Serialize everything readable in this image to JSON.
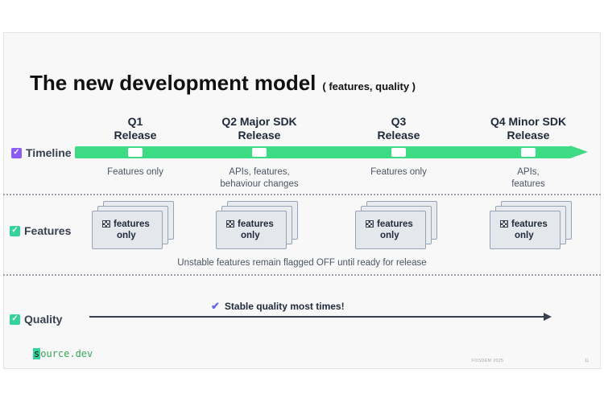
{
  "title": "The new development model",
  "title_sub": "( features, quality )",
  "rows": {
    "timeline": "Timeline",
    "features": "Features",
    "quality": "Quality"
  },
  "quarters": [
    {
      "line1": "Q1",
      "line2": "Release",
      "desc1": "Features only",
      "desc2": ""
    },
    {
      "line1": "Q2 Major SDK",
      "line2": "Release",
      "desc1": "APIs, features,",
      "desc2": "behaviour changes"
    },
    {
      "line1": "Q3",
      "line2": "Release",
      "desc1": "Features only",
      "desc2": ""
    },
    {
      "line1": "Q4 Minor SDK",
      "line2": "Release",
      "desc1": "APIs,",
      "desc2": "features"
    }
  ],
  "feature_card": {
    "line1": "features",
    "line2": "only"
  },
  "unstable_note": "Unstable features remain flagged OFF until ready for release",
  "quality_message": "Stable quality most times!",
  "logo": {
    "mark": "s",
    "rest": "ource.dev"
  },
  "footer_tag": "FOSDEM 2025",
  "page_number": "11",
  "colors": {
    "timeline_green": "#3ddc84",
    "check_purple": "#8b5cf6",
    "check_green": "#34d399",
    "tick_indigo": "#6366f1"
  },
  "icons": [
    "check-icon",
    "flag-icon",
    "tick-icon",
    "arrow-head-icon"
  ]
}
